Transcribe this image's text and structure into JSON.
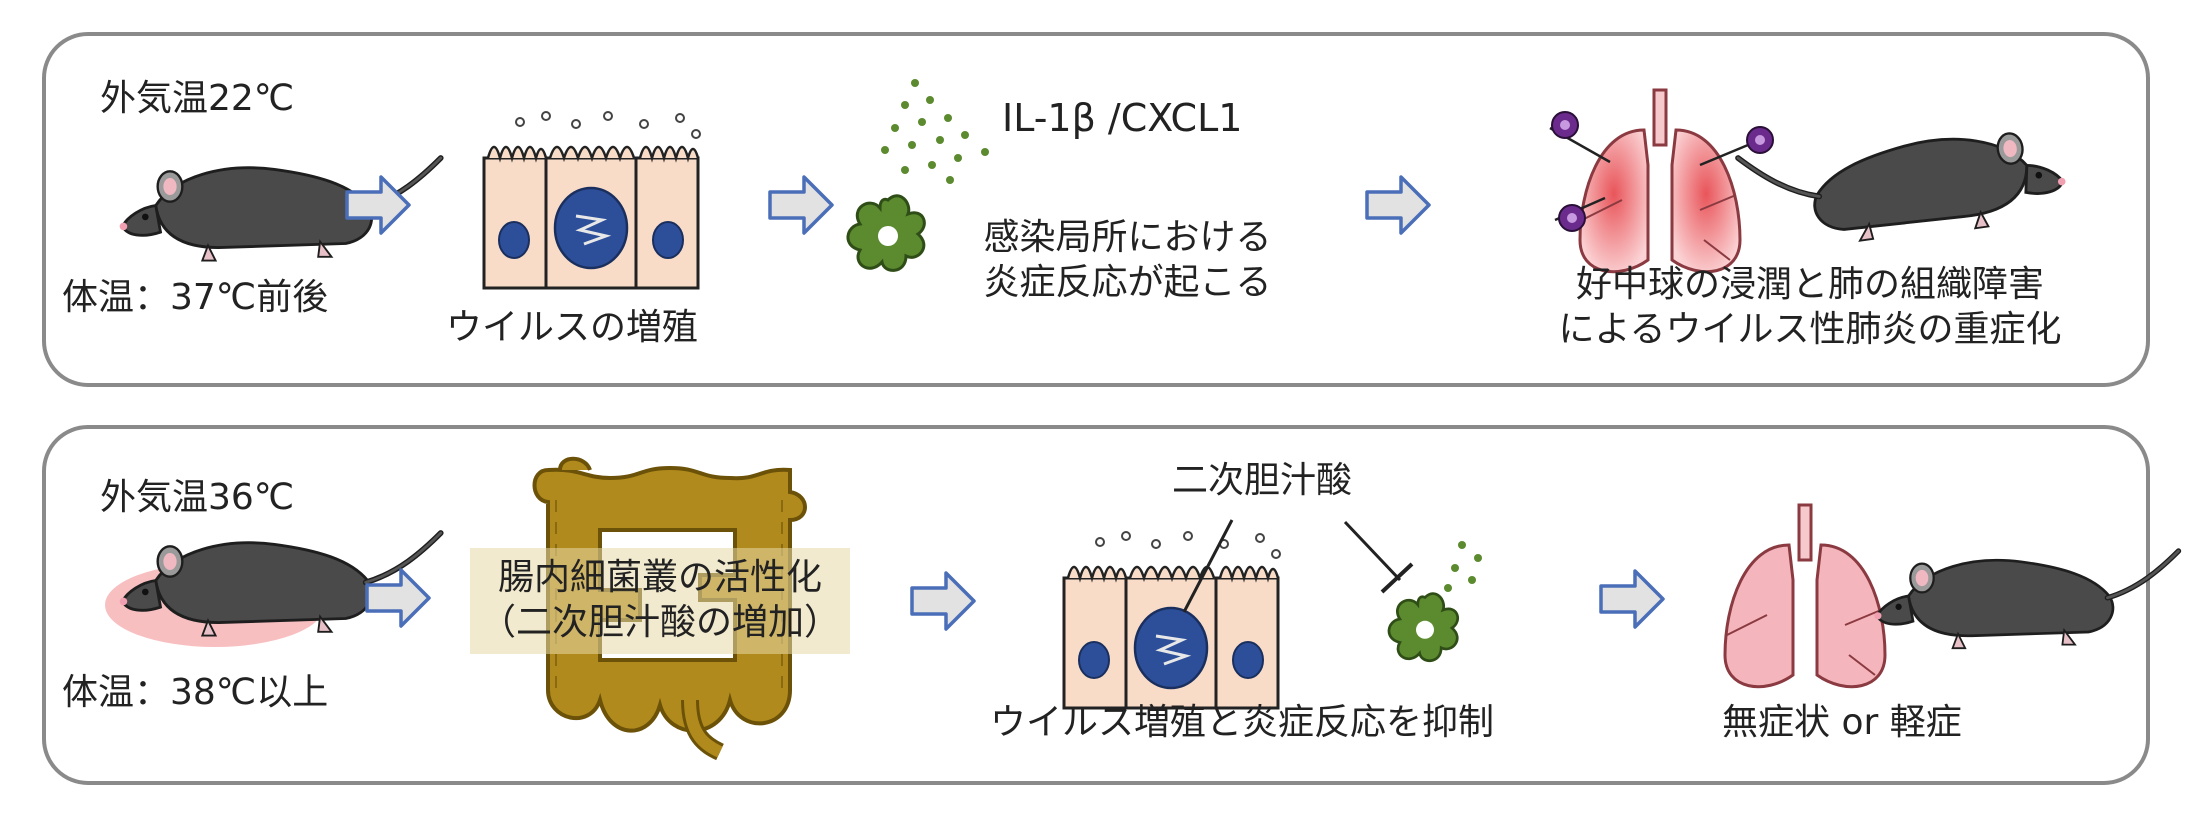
{
  "top_row": {
    "outside_temp": "外気温22℃",
    "body_temp": "体温：37℃前後",
    "virus_caption": "ウイルスの増殖",
    "cytokines": "IL-1β /CXCL1",
    "inflammation_line1": "感染局所における",
    "inflammation_line2": "炎症反応が起こる",
    "outcome_line1": "好中球の浸潤と肺の組織障害",
    "outcome_line2": "によるウイルス性肺炎の重症化"
  },
  "bottom_row": {
    "outside_temp": "外気温36℃",
    "body_temp": "体温：38℃以上",
    "microbiota_line1": "腸内細菌叢の活性化",
    "microbiota_line2": "（二次胆汁酸の増加）",
    "bile_acid": "二次胆汁酸",
    "suppression_caption": "ウイルス増殖と炎症反応を抑制",
    "outcome": "無症状 or 軽症"
  },
  "colors": {
    "panel_border": "#8a8a8a",
    "arrow_fill": "#e2e2e2",
    "arrow_stroke": "#4a6fb8",
    "mouse_body": "#4a4a4a",
    "cell_fill": "#f8dcc8",
    "nucleus": "#2d4f9a",
    "macrophage": "#5b8a2f",
    "lung_inflamed": "#e8555a",
    "lung_healthy": "#f4b6bc",
    "neutrophil": "#6b2b8c",
    "intestine": "#b08a1c",
    "warm_glow": "#f7b4b6"
  }
}
